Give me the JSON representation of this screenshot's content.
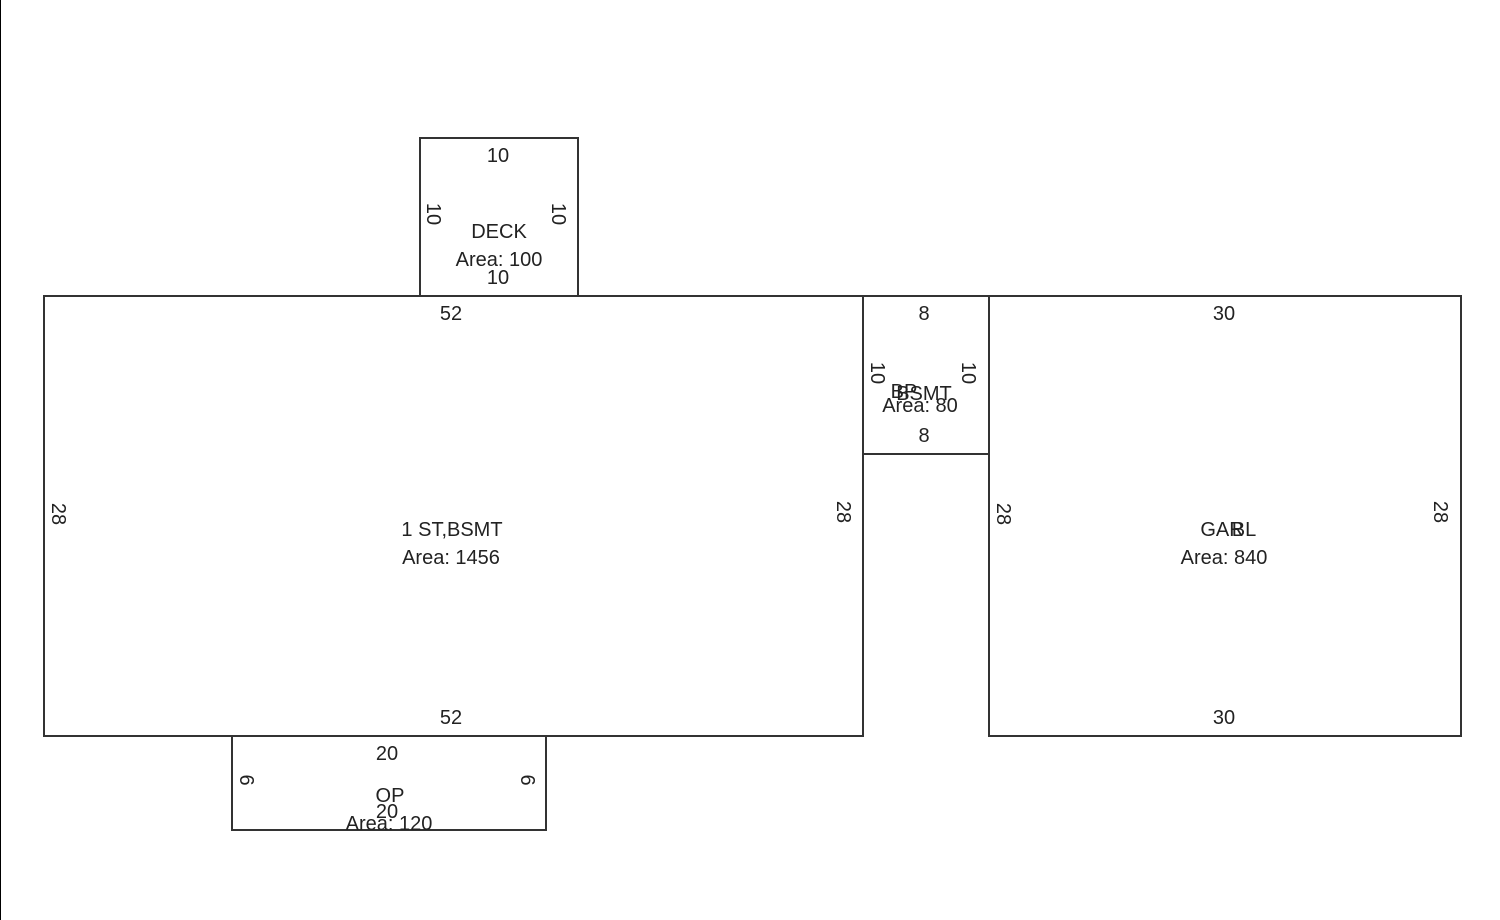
{
  "rooms": {
    "deck": {
      "name": "DECK",
      "area": "Area: 100",
      "top": "10",
      "bottom": "10",
      "left": "10",
      "right": "10"
    },
    "first_story": {
      "name": "1 ST,BSMT",
      "area": "Area: 1456",
      "top": "52",
      "bottom": "52",
      "left": "28",
      "right": "28"
    },
    "breezeway": {
      "name": "BP",
      "name2": "BSMT",
      "area": "Area: 80",
      "top": "8",
      "bottom": "8",
      "left": "10",
      "right": "10"
    },
    "garage": {
      "name": "GAR",
      "name2": "BL",
      "area": "Area: 840",
      "top": "30",
      "bottom": "30",
      "left": "28",
      "right": "28"
    },
    "open_porch": {
      "name": "OP",
      "area": "Area: 120",
      "top": "20",
      "bottom": "20",
      "left": "6",
      "right": "6"
    }
  }
}
